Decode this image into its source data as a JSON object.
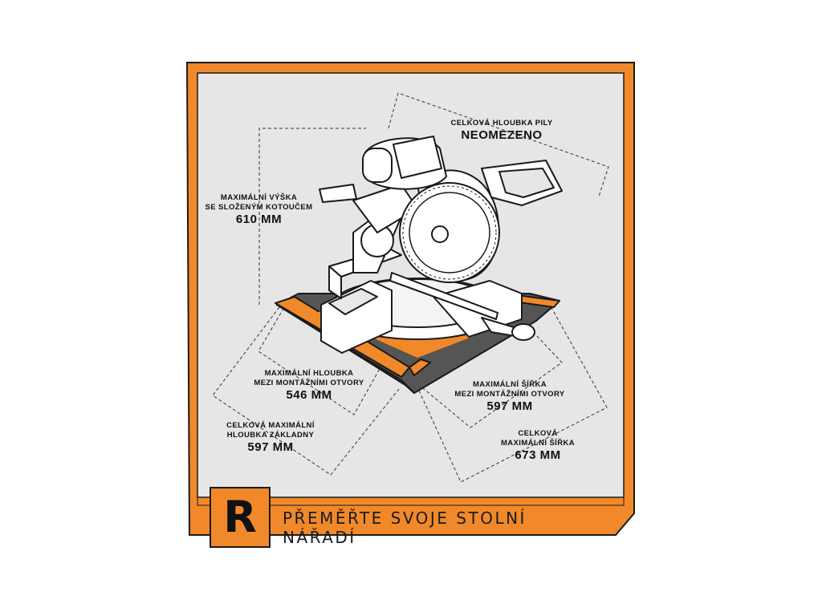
{
  "colors": {
    "frame": "#f1892a",
    "panel": "#e6e6e6",
    "accent": "#f1892a",
    "ink": "#1a1a1a"
  },
  "labels": {
    "depth_saw": {
      "caption": "CELKOVÁ HLOUBKA PILY",
      "value": "NEOMEZENO"
    },
    "height_folded": {
      "caption_1": "MAXIMÁLNÍ VÝŠKA",
      "caption_2": "SE SLOŽENÝM KOTOUČEM",
      "value": "610 MM"
    },
    "depth_mount": {
      "caption_1": "MAXIMÁLNÍ HLOUBKA",
      "caption_2": "MEZI MONTÁŽNÍMI OTVORY",
      "value": "546 MM"
    },
    "width_mount": {
      "caption_1": "MAXIMÁLNÍ ŠÍŘKA",
      "caption_2": "MEZI MONTÁŽNÍMI OTVORY",
      "value": "597 MM"
    },
    "depth_base": {
      "caption_1": "CELKOVÁ MAXIMÁLNÍ",
      "caption_2": "HLOUBKA ZÁKLADNY",
      "value": "597 MM"
    },
    "width_total": {
      "caption_1": "CELKOVÁ",
      "caption_2": "MAXIMÁLNÍ ŠÍŘKA",
      "value": "673 MM"
    }
  },
  "banner": {
    "logo_letter": "R",
    "text": "PŘEMĚŘTE SVOJE STOLNÍ NÁŘADÍ"
  },
  "icons": [
    "miter-saw-illustration",
    "dimension-lines",
    "brand-logo"
  ]
}
